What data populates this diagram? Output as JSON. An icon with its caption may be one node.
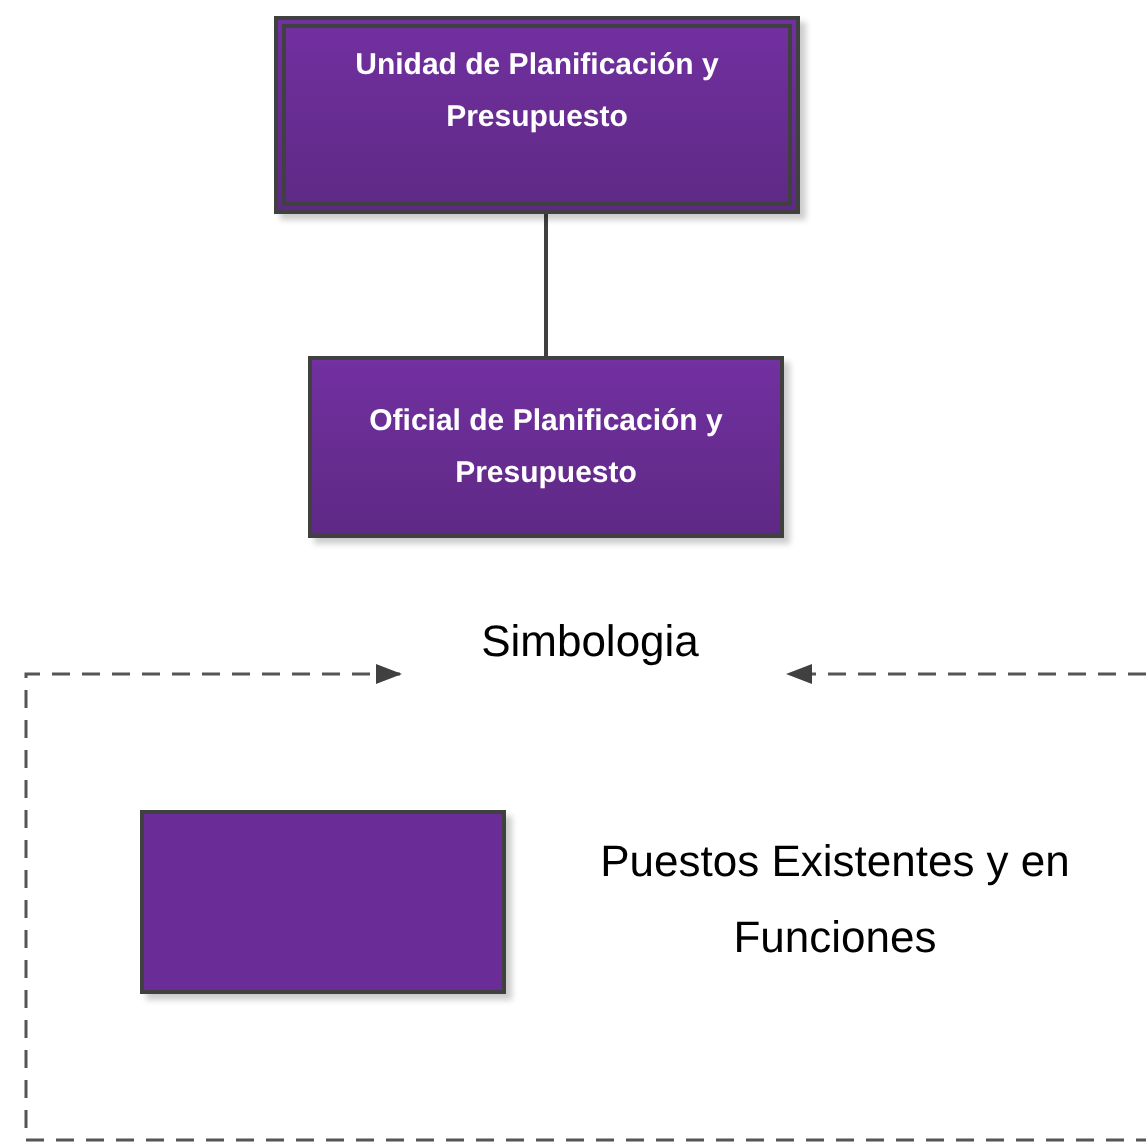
{
  "diagram": {
    "nodes": [
      {
        "text": [
          "Unidad de Planificación y Presupuesto"
        ]
      },
      {
        "text": [
          "Oficial de Planificación y Presupuesto"
        ]
      }
    ],
    "edges": [
      {
        "from": 0,
        "to": 1,
        "arrow": "none"
      }
    ],
    "labels": [
      "Simbologia"
    ],
    "legend": [
      {
        "text": "Puestos Existentes y en Funciones",
        "color": "#6a2c96"
      }
    ]
  }
}
